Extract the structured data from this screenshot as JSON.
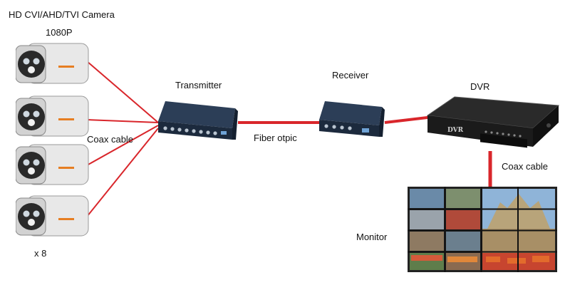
{
  "labels": {
    "camera_type": "HD CVI/AHD/TVI Camera",
    "resolution": "1080P",
    "camera_count": "x 8",
    "coax_left": "Coax cable",
    "transmitter": "Transmitter",
    "fiber": "Fiber otpic",
    "receiver": "Receiver",
    "dvr": "DVR",
    "coax_right": "Coax cable",
    "monitor": "Monitor"
  },
  "dvr_brand": "DVR",
  "colors": {
    "wire": "#d9262b",
    "device_body": "#1c2a3d",
    "camera_body": "#e8e8e8",
    "dvr_body": "#1b1b1b"
  }
}
